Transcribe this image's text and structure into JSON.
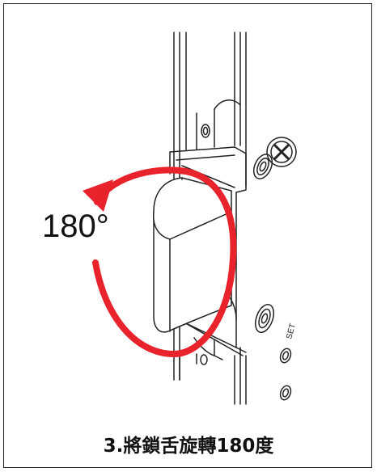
{
  "angle_label": "180°",
  "set_label": "SET",
  "caption": "3.將鎖舌旋轉180度",
  "colors": {
    "arrow": "#e8232c",
    "line": "#222222",
    "background": "#ffffff"
  },
  "icons": [
    "rotation-arrow-icon",
    "phillips-screw-icon",
    "set-button-icon"
  ]
}
